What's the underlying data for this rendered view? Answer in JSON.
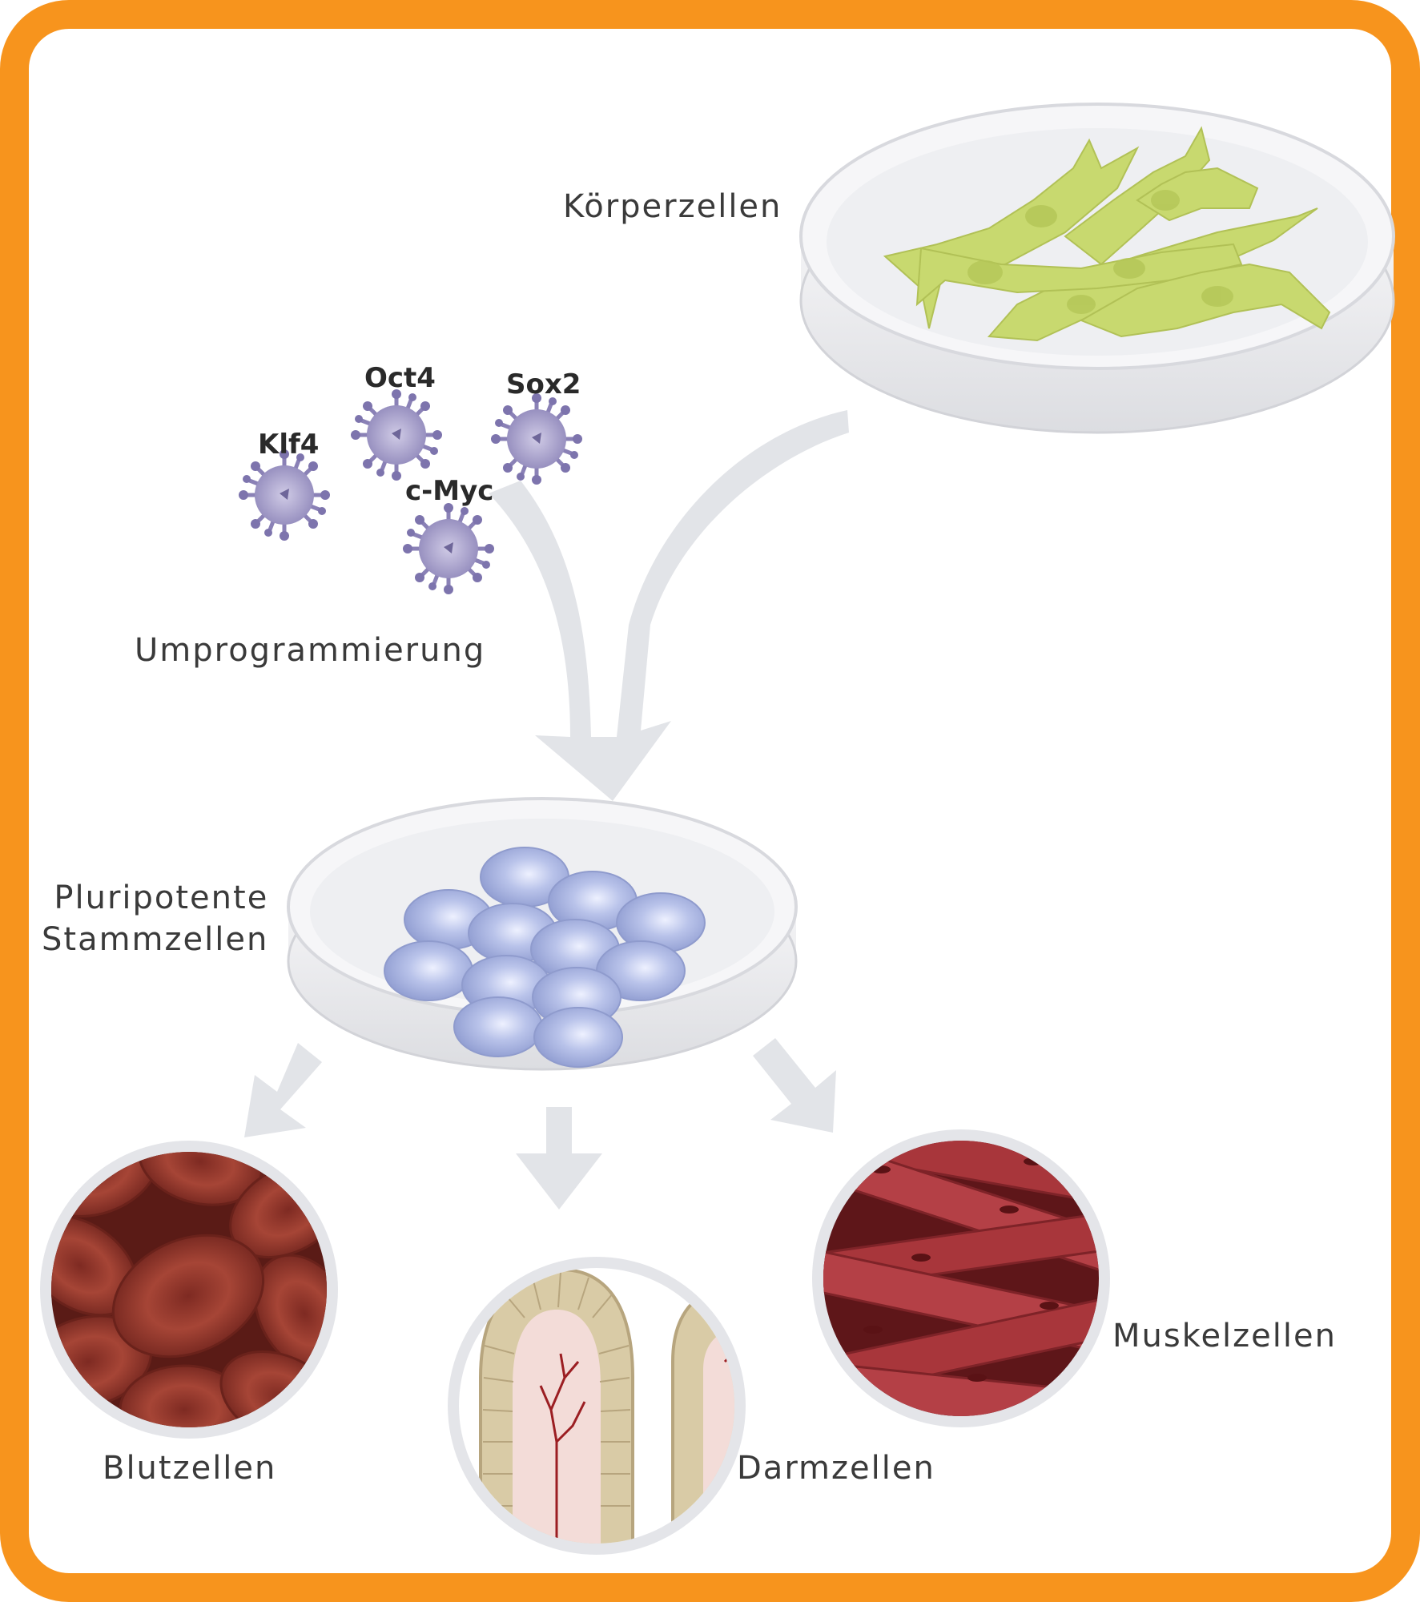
{
  "labels": {
    "somatic_cells": "Körperzellen",
    "reprogramming": "Umprogrammierung",
    "pluripotent_line1": "Pluripotente",
    "pluripotent_line2": "Stammzellen",
    "blood_cells": "Blutzellen",
    "intestinal_cells": "Darmzellen",
    "muscle_cells": "Muskelzellen"
  },
  "factors": [
    "Klf4",
    "Oct4",
    "Sox2",
    "c-Myc"
  ],
  "colors": {
    "frame": "#F7941D",
    "arrow": "#e3e5e9",
    "dish": "#ededef",
    "somatic_cell": "#c8d96a",
    "virus": "#9a92bf",
    "stem_cell": "#aab5e0",
    "blood_cell": "#9a3a30",
    "intestine": "#d9cba8",
    "muscle": "#a8363b"
  }
}
